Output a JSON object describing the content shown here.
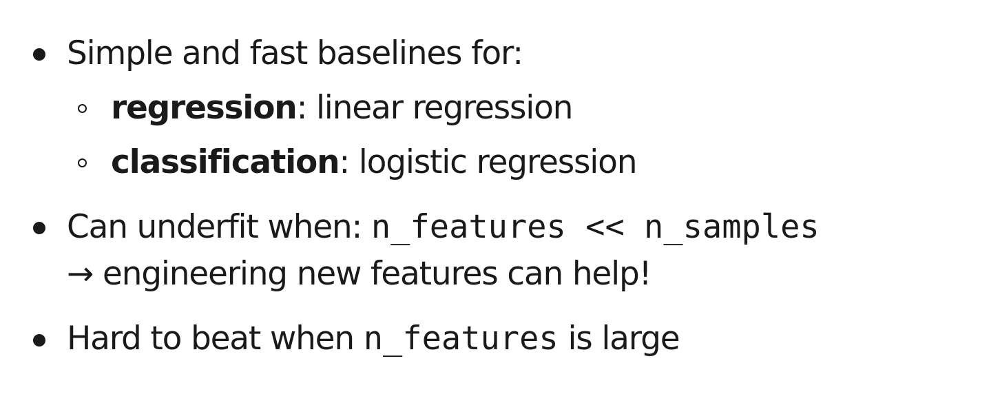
{
  "items": [
    {
      "text": "Simple and fast baselines for:",
      "subitems": [
        {
          "term": "regression",
          "rest": ": linear regression"
        },
        {
          "term": "classification",
          "rest": ": logistic regression"
        }
      ]
    },
    {
      "text_before": "Can underfit when: ",
      "code": "n_features << n_samples",
      "continuation": "→ engineering new features can help!"
    },
    {
      "text_before": "Hard to beat when ",
      "code": "n_features",
      "text_after": " is large"
    }
  ]
}
